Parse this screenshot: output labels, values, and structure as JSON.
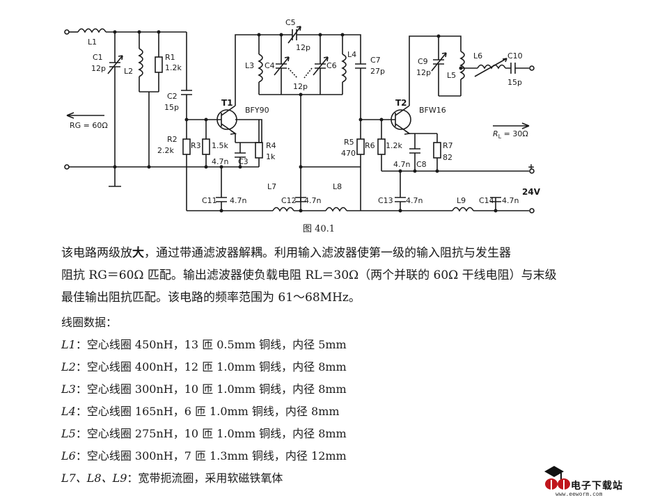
{
  "figure": {
    "caption": "图 40.1",
    "labels": {
      "L1": "L1",
      "C1": "C1",
      "C1_val": "12p",
      "L2": "L2",
      "R1": "R1",
      "R1_val": "1.2k",
      "C2": "C2",
      "C2_val": "15p",
      "T1": "T1",
      "T1_type": "BFY90",
      "RG": "RG = 60Ω",
      "R2": "R2",
      "R2_val": "2.2k",
      "R3": "R3",
      "R3_val": "1.5k",
      "C3": "C3",
      "C3_val": "4.7n",
      "R4": "R4",
      "R4_val": "1k",
      "C5": "C5",
      "C5_val": "12p",
      "L3": "L3",
      "C4": "C4",
      "C4C6_val": "12p",
      "C6": "C6",
      "L4": "L4",
      "C7": "C7",
      "C7_val": "27p",
      "C9": "C9",
      "C9_val": "12p",
      "L5": "L5",
      "L6": "L6",
      "C10": "C10",
      "C10_val": "15p",
      "T2": "T2",
      "T2_type": "BFW16",
      "RL": "R",
      "RL_sub": "L",
      "RL_val": " = 30Ω",
      "R5": "R5",
      "R5_val": "470",
      "R6": "R6",
      "R6_val": "1.2k",
      "C8": "C8",
      "C8_val": "4.7n",
      "R7": "R7",
      "R7_val": "82",
      "C11": "C11",
      "C11_val": "4.7n",
      "L7": "L7",
      "C12": "C12",
      "C12_val": "4.7n",
      "L8": "L8",
      "C13": "C13",
      "C13_val": "4.7n",
      "L9": "L9",
      "C14": "C14",
      "C14_val": "4.7n",
      "plus": "+",
      "supply": "24V"
    }
  },
  "description": {
    "line1_pre": "该电路两级放",
    "line1_em": "大",
    "line1_post": "，通过带通滤波器解耦。利用输入滤波器使第一级的输入阻抗与发生器",
    "line2": "阻抗 RG＝60Ω 匹配。输出滤波器使负载电阻 RL＝30Ω（两个并联的 60Ω 干线电阻）与末级",
    "line3": "最佳输出阻抗匹配。该电路的频率范围为 61～68MHz。"
  },
  "coil_data": {
    "title": "线圈数据：",
    "items": [
      {
        "name": "L1",
        "text": "：空心线圈 450nH，13 匝 0.5mm 铜线，内径 5mm"
      },
      {
        "name": "L2",
        "text": "：空心线圈 400nH，12 匝 1.0mm 铜线，内径 8mm"
      },
      {
        "name": "L3",
        "text": "：空心线圈 300nH，10 匝 1.0mm 铜线，内径 8mm"
      },
      {
        "name": "L4",
        "text": "：空心线圈 165nH，6 匝 1.0mm 铜线，内径 8mm"
      },
      {
        "name": "L5",
        "text": "：空心线圈 275nH，10 匝 1.0mm 铜线，内径 8mm"
      },
      {
        "name": "L6",
        "text": "：空心线圈 300nH，7 匝 1.3mm 铜线，内径 12mm"
      },
      {
        "name": "L7、L8、L9",
        "text": "：宽带扼流圈，采用软磁铁氧体"
      }
    ]
  },
  "watermark": {
    "site_name": "电子下载站",
    "url": "www.eeworm.com",
    "colors": {
      "mark": "#c0161c",
      "dark": "#111111"
    }
  }
}
